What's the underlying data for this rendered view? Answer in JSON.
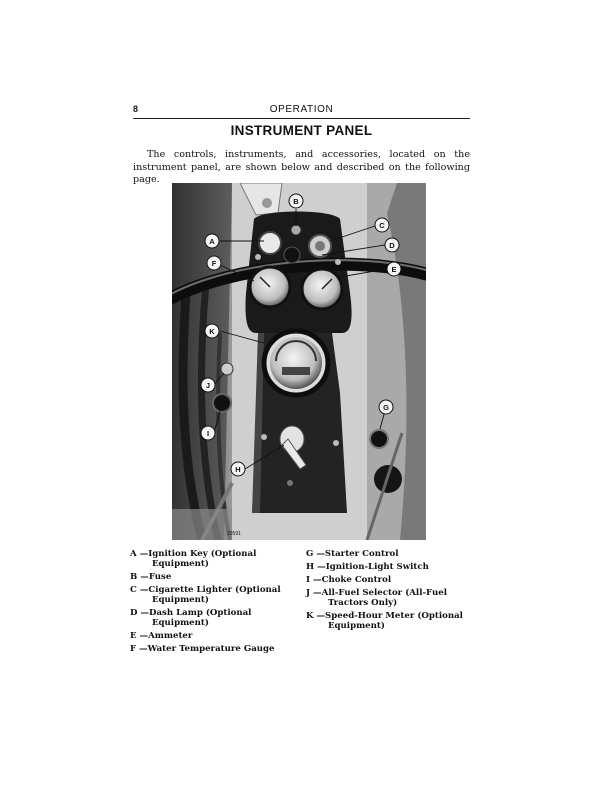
{
  "header": {
    "page_number": "8",
    "running_head": "OPERATION"
  },
  "title": "INSTRUMENT PANEL",
  "intro": "The controls, instruments, and accessories, located on the instrument panel, are shown below and described on the following page.",
  "figure": {
    "callouts": [
      "A",
      "B",
      "C",
      "D",
      "E",
      "F",
      "G",
      "H",
      "I",
      "J",
      "K"
    ],
    "photo_number": "23591"
  },
  "legend": {
    "left": [
      {
        "text": "A —Ignition Key (Optional Equipment)"
      },
      {
        "text": "B —Fuse"
      },
      {
        "text": "C —Cigarette Lighter (Optional Equipment)"
      },
      {
        "text": "D —Dash Lamp (Optional Equipment)"
      },
      {
        "text": "E —Ammeter"
      },
      {
        "text": "F —Water Temperature Gauge"
      }
    ],
    "right": [
      {
        "text": "G —Starter Control"
      },
      {
        "text": "H —Ignition-Light Switch"
      },
      {
        "text": "I —Choke Control"
      },
      {
        "text": "J —All-Fuel Selector (All-Fuel Tractors Only)"
      },
      {
        "text": "K —Speed-Hour Meter (Optional Equipment)"
      }
    ]
  }
}
